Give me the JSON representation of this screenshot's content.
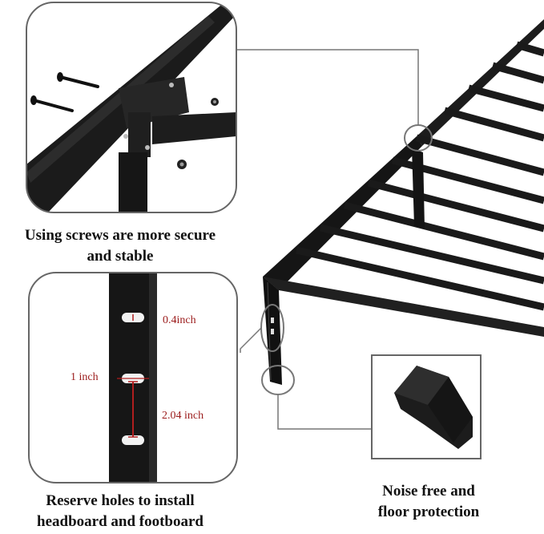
{
  "captions": {
    "screws_line1": "Using screws are more secure",
    "screws_line2": "and stable",
    "holes_line1": "Reserve holes to install",
    "holes_line2": "headboard and footboard",
    "noise_line1": "Noise free and",
    "noise_line2": "floor protection"
  },
  "measurements": {
    "hole_width": "0.4inch",
    "hole_height": "1 inch",
    "hole_spacing": "2.04 inch"
  },
  "colors": {
    "frame": "#1a1a1a",
    "measure_red": "#9b1b1b",
    "callout_border": "#666666"
  }
}
